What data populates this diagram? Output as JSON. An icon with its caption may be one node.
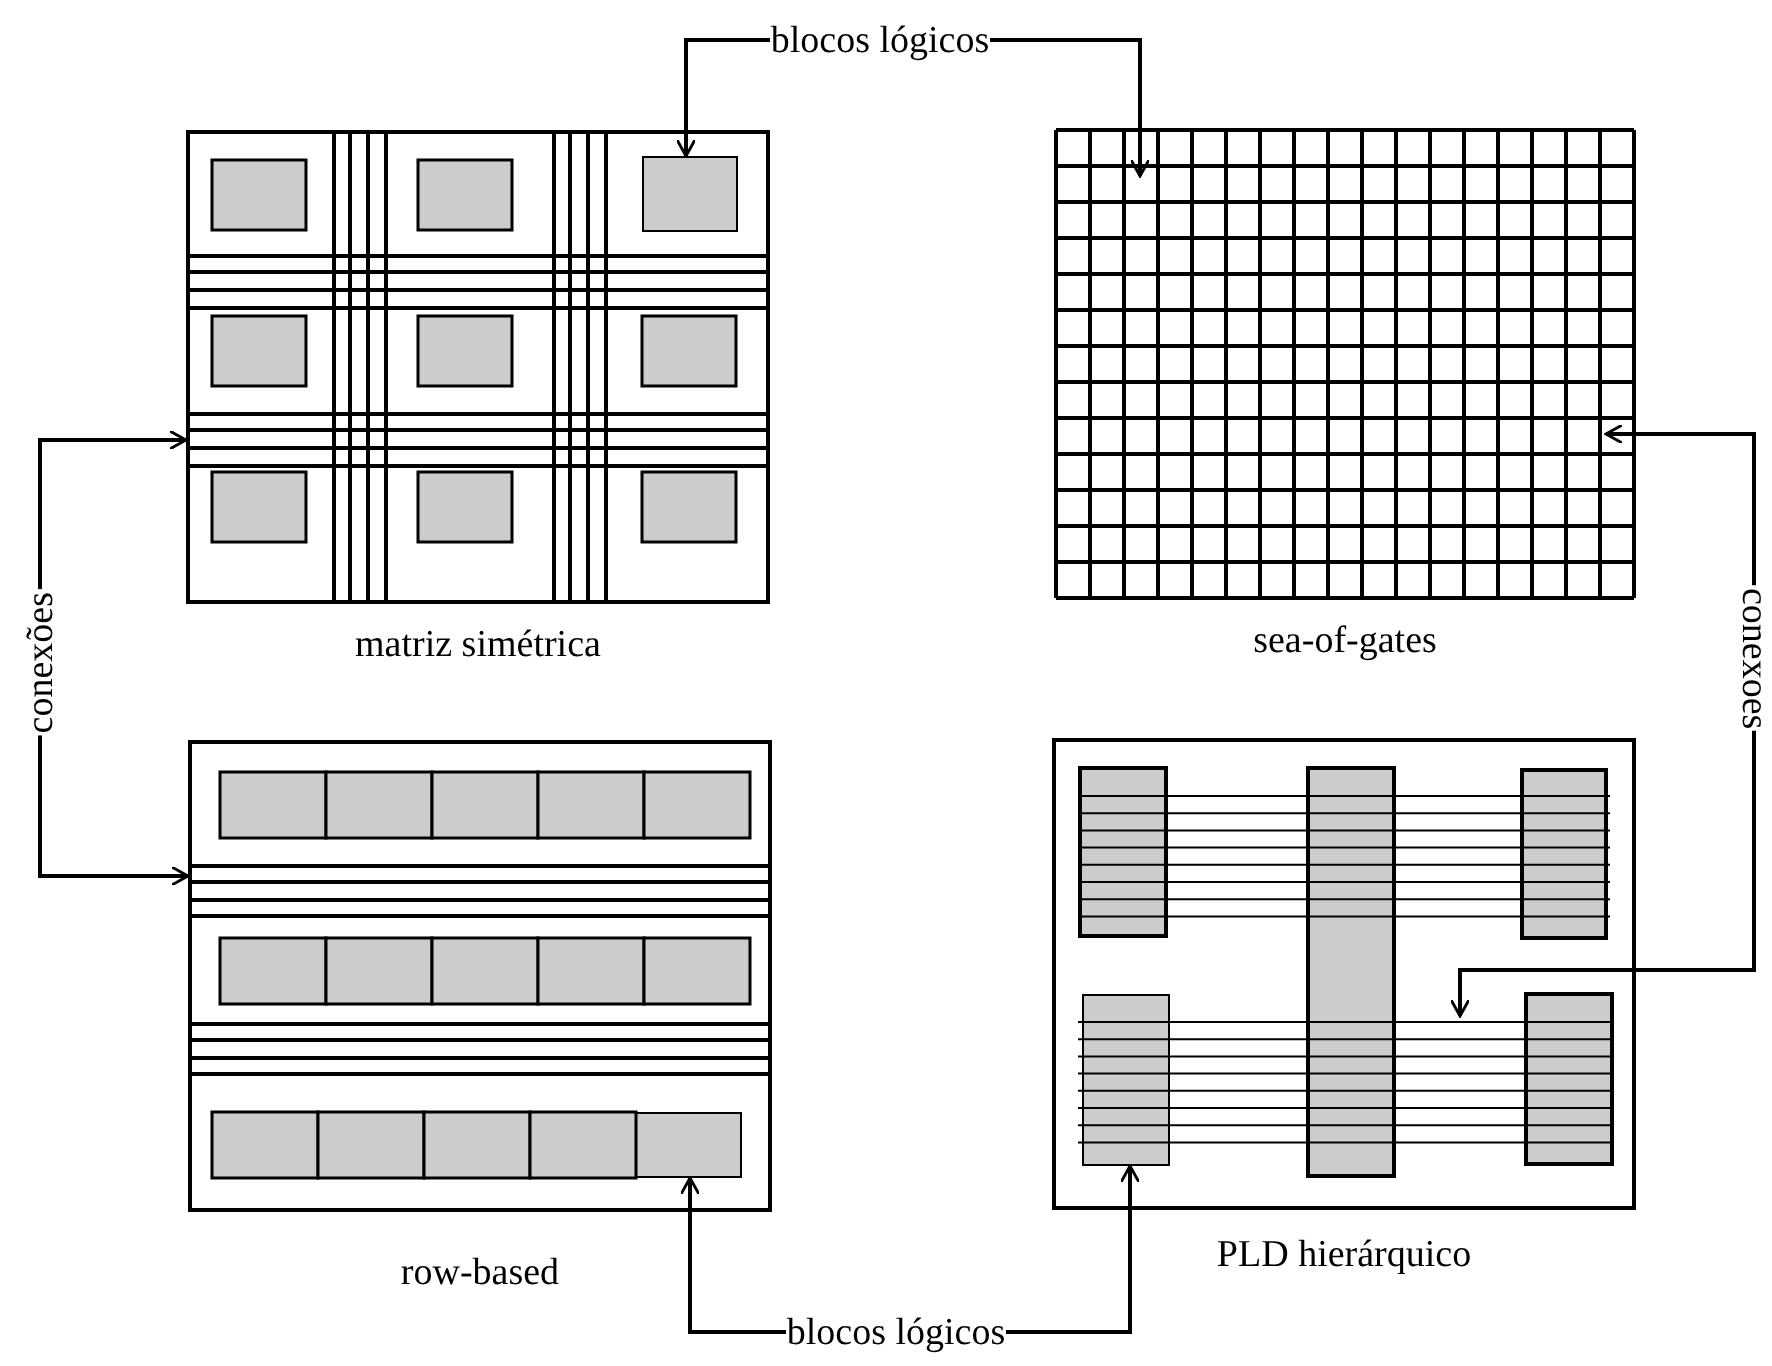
{
  "diagram": {
    "nodes": [
      {
        "text": [
          "blocos lógicos"
        ]
      },
      {
        "text": [
          "matriz simétrica"
        ]
      },
      {
        "text": [],
        "shape": "box",
        "in": 1
      },
      {
        "text": [
          "sea-of-gates"
        ]
      },
      {
        "text": [
          "conexões"
        ]
      },
      {
        "text": [
          "conexoes"
        ]
      },
      {
        "text": [
          "row-based"
        ]
      },
      {
        "text": [],
        "shape": "box",
        "in": 6
      },
      {
        "text": [
          "PLD hierárquico"
        ]
      },
      {
        "text": [],
        "shape": "box",
        "in": 8
      },
      {
        "text": [
          "blocos lógicos"
        ]
      }
    ],
    "edges": [
      {
        "from": 0,
        "to": 2,
        "arrow": "to"
      },
      {
        "from": 0,
        "to": 3,
        "arrow": "to"
      },
      {
        "from": 4,
        "to": 1,
        "arrow": "to"
      },
      {
        "from": 4,
        "to": 6,
        "arrow": "to"
      },
      {
        "from": 5,
        "to": 3,
        "arrow": "to"
      },
      {
        "from": 5,
        "to": 8,
        "arrow": "to"
      },
      {
        "from": 10,
        "to": 7,
        "arrow": "to"
      },
      {
        "from": 10,
        "to": 9,
        "arrow": "to"
      }
    ]
  }
}
